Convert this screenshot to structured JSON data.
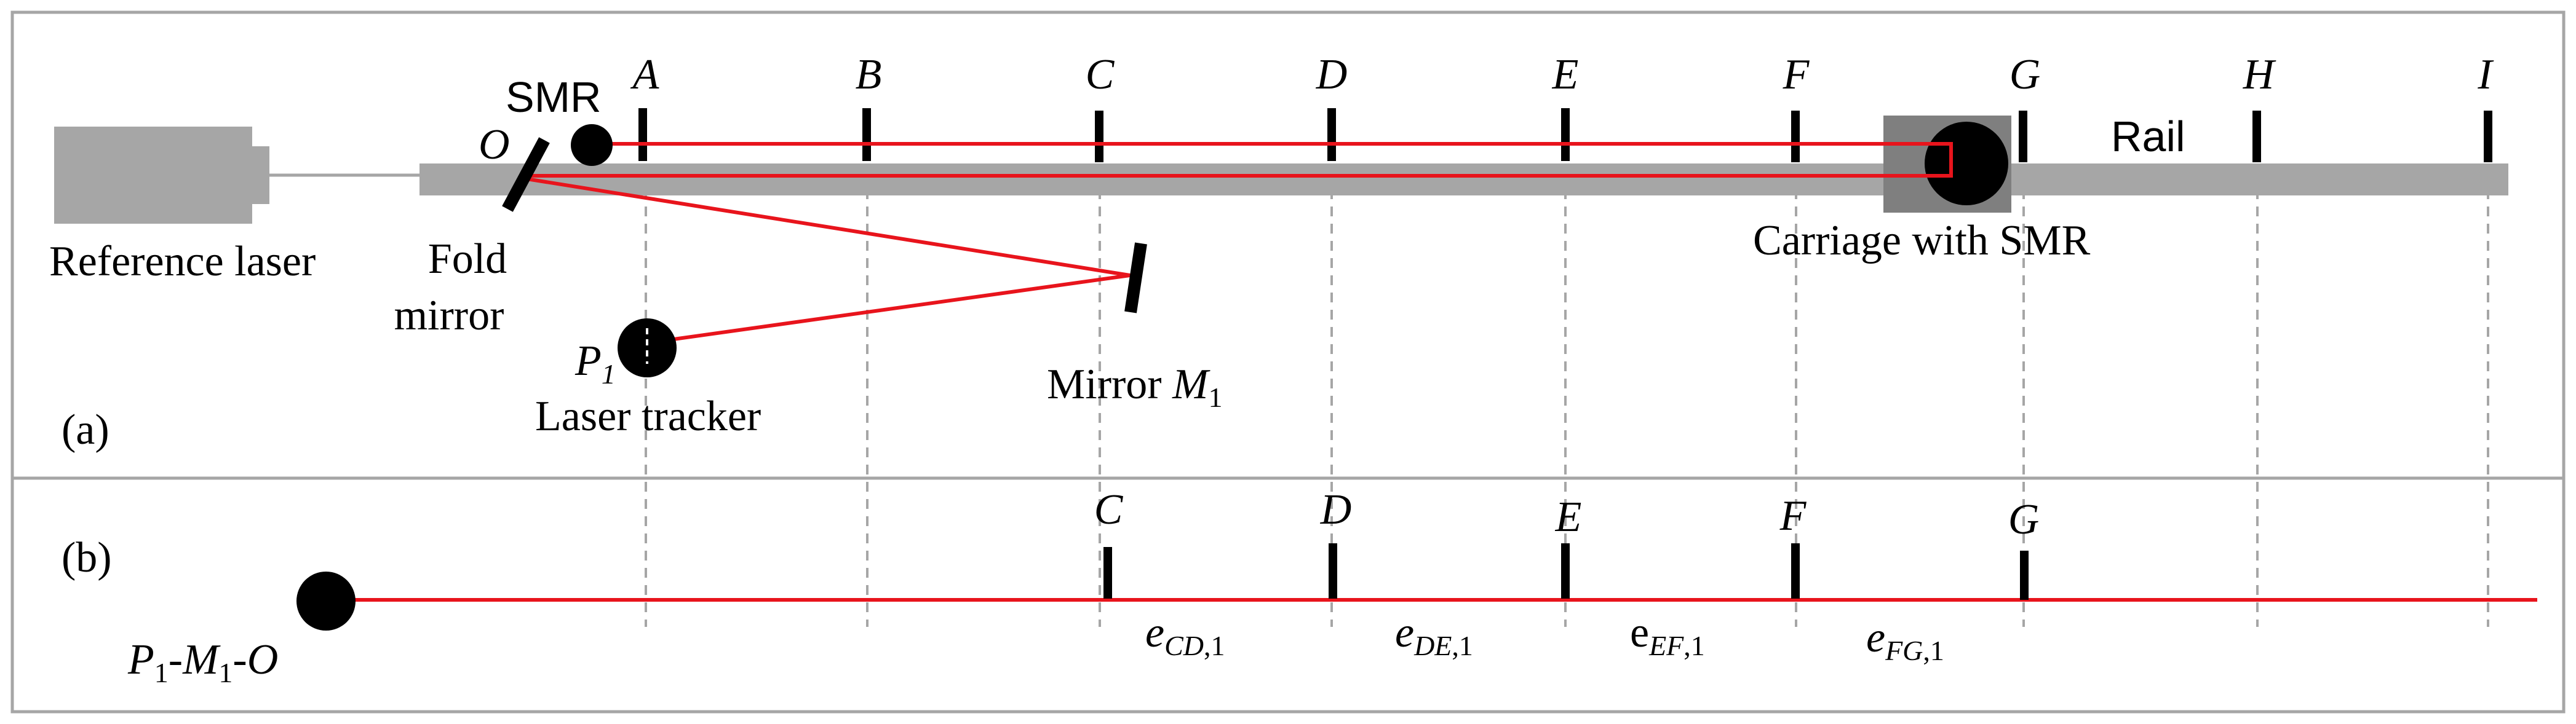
{
  "panel_a": {
    "tag": "(a)",
    "stations": [
      "A",
      "B",
      "C",
      "D",
      "E",
      "F",
      "G",
      "H",
      "I"
    ],
    "labels": {
      "smr": "SMR",
      "o": "O",
      "reference_laser": "Reference laser",
      "fold_line1": "Fold",
      "fold_line2": "mirror",
      "p": "P",
      "p_sub": "1",
      "laser_tracker": "Laser tracker",
      "mirror_text": "Mirror ",
      "mirror_m": "M",
      "mirror_sub": "1",
      "rail": "Rail",
      "carriage": "Carriage with SMR"
    }
  },
  "panel_b": {
    "tag": "(b)",
    "stations": [
      "C",
      "D",
      "E",
      "F",
      "G"
    ],
    "path": {
      "p": "P",
      "p_sub": "1",
      "dash1": "-",
      "m": "M",
      "m_sub": "1",
      "dash2": "-",
      "o": "O"
    },
    "errors": [
      {
        "main": "e",
        "sub": "CD",
        "sub2": ",1"
      },
      {
        "main": "e",
        "sub": "DE",
        "sub2": ",1"
      },
      {
        "main": "e",
        "sub": "EF",
        "sub2": ",1"
      },
      {
        "main": "e",
        "sub": "FG",
        "sub2": ",1"
      }
    ]
  },
  "colors": {
    "beam": "#e8141c",
    "rail": "#a6a6a6",
    "frame": "#a6a6a6",
    "guide": "#a6a6a6",
    "carriage": "#7f7f7f"
  }
}
